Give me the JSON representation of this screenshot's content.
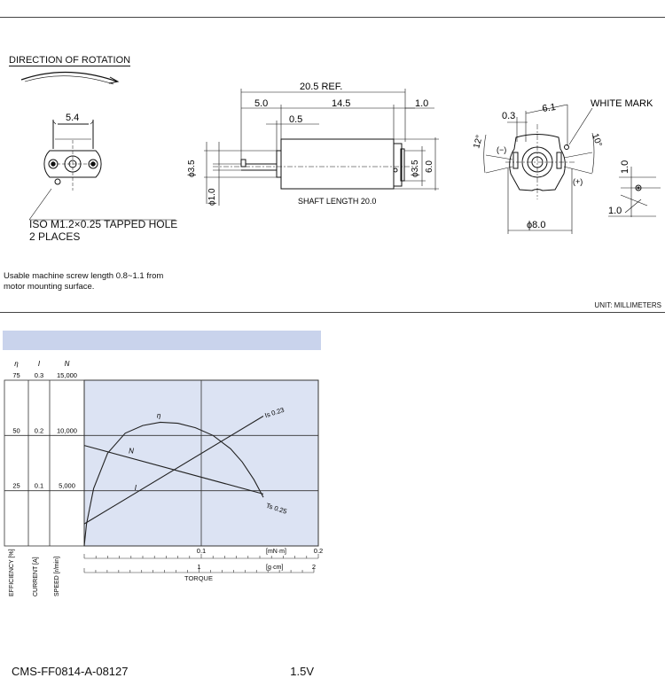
{
  "drawing": {
    "direction_label": "DIRECTION OF ROTATION",
    "dim_5_4": "5.4",
    "tapped_hole_line1": "ISO M1.2×0.25 TAPPED HOLE",
    "tapped_hole_line2": "2 PLACES",
    "dim_20_5": "20.5 REF.",
    "dim_5_0": "5.0",
    "dim_14_5": "14.5",
    "dim_1_0_top": "1.0",
    "dim_0_5": "0.5",
    "dim_phi3_5_left": "ϕ3.5",
    "dim_phi1_0": "ϕ1.0",
    "dim_phi3_5_right": "ϕ3.5",
    "dim_6_0": "6.0",
    "shaft_length": "SHAFT LENGTH  20.0",
    "white_mark": "WHITE MARK",
    "dim_0_3": "0.3",
    "dim_6_1": "6.1",
    "angle_12": "12°",
    "angle_10": "10°",
    "minus": "(−)",
    "plus": "(+)",
    "dim_phi8_0": "ϕ8.0",
    "dim_1_0_a": "1.0",
    "dim_1_0_b": "1.0",
    "screw_note_1": "Usable machine screw length 0.8~1.1 from",
    "screw_note_2": "motor mounting surface.",
    "unit": "UNIT: MILLIMETERS"
  },
  "model": "CMS-FF0814-A-08127",
  "voltage": "1.5V",
  "chart_data": {
    "type": "line",
    "plot_bg": "#dce3f3",
    "grid": true,
    "xlabel": "TORQUE",
    "x_units": [
      "[mN·m]",
      "[g·cm]"
    ],
    "x_ticks_mNm": [
      "0.1",
      "0.2"
    ],
    "x_ticks_gcm": [
      "1",
      "2"
    ],
    "xlim_mNm": [
      0,
      0.2
    ],
    "y_axes": [
      {
        "symbol": "η",
        "label": "EFFICIENCY [%]",
        "ticks": [
          "75",
          "50",
          "25"
        ],
        "lim": [
          0,
          75
        ]
      },
      {
        "symbol": "I",
        "label": "CURRENT [A]",
        "ticks": [
          "0.3",
          "0.2",
          "0.1"
        ],
        "lim": [
          0,
          0.3
        ]
      },
      {
        "symbol": "N",
        "label": "SPEED [r/min]",
        "ticks": [
          "15,000",
          "10,000",
          "5,000"
        ],
        "lim": [
          0,
          15000
        ]
      }
    ],
    "series": [
      {
        "name": "N",
        "axis": "N",
        "x": [
          0,
          0.153
        ],
        "y": [
          9100,
          4700
        ]
      },
      {
        "name": "I",
        "axis": "I",
        "x": [
          0,
          0.153
        ],
        "y": [
          0.04,
          0.235
        ]
      },
      {
        "name": "η",
        "axis": "η",
        "x": [
          0,
          0.002,
          0.008,
          0.02,
          0.035,
          0.05,
          0.065,
          0.08,
          0.095,
          0.11,
          0.125,
          0.135,
          0.145,
          0.153
        ],
        "y": [
          0,
          10,
          26,
          42,
          51,
          54.5,
          56,
          55.5,
          53.5,
          50,
          44,
          38,
          30,
          22
        ]
      }
    ],
    "annotations": [
      {
        "text": "Is 0.23",
        "x": 0.155,
        "y_axis": "I",
        "y": 0.232
      },
      {
        "text": "Ts 0.25",
        "x": 0.155,
        "y_axis": "I",
        "y": 0.07
      }
    ]
  }
}
